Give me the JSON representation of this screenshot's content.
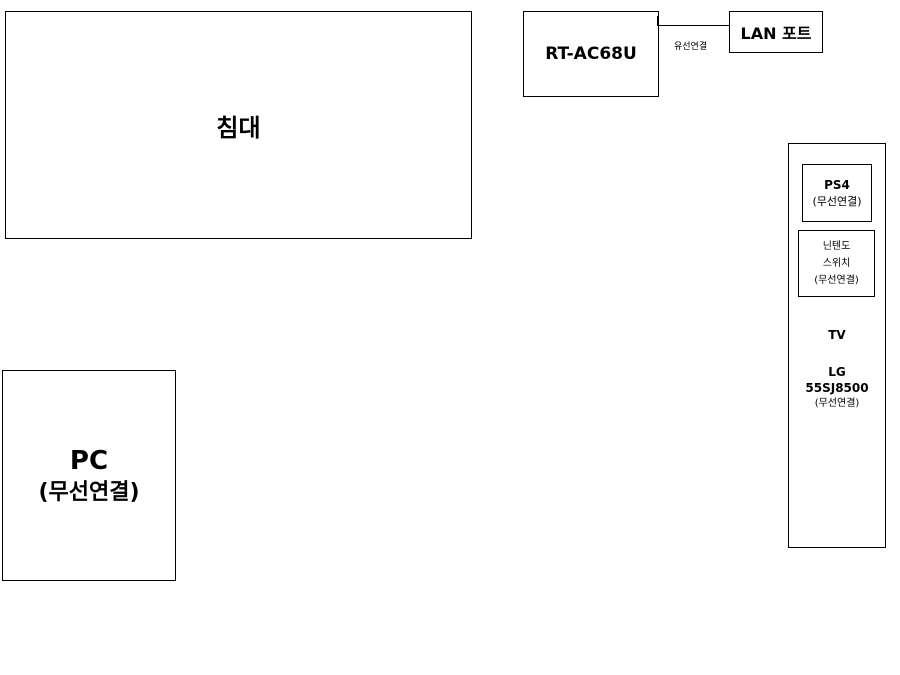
{
  "diagram": {
    "bed": {
      "label": "침대"
    },
    "router": {
      "label": "RT-AC68U"
    },
    "lan_port": {
      "label": "LAN 포트"
    },
    "router_lan_connection": {
      "label": "유선연결"
    },
    "pc": {
      "name": "PC",
      "note": "(무선연결)"
    },
    "tv": {
      "label": "TV",
      "brand": "LG",
      "model": "55SJ8500",
      "note": "(무선연결)",
      "ps4": {
        "name": "PS4",
        "note": "(무선연결)"
      },
      "switch": {
        "line1": "닌텐도",
        "line2": "스위치",
        "note": "(무선연결)"
      }
    }
  }
}
